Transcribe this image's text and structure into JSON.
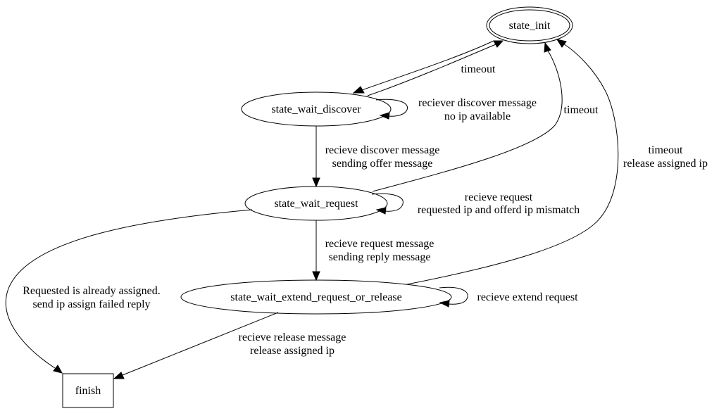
{
  "nodes": {
    "state_init": "state_init",
    "state_wait_discover": "state_wait_discover",
    "state_wait_request": "state_wait_request",
    "state_wait_extend": "state_wait_extend_request_or_release",
    "finish": "finish"
  },
  "edges": {
    "discover_timeout": {
      "line1": "timeout"
    },
    "discover_self": {
      "line1": "reciever discover message",
      "line2": "no ip available"
    },
    "discover_to_request": {
      "line1": "recieve discover message",
      "line2": "sending offer message"
    },
    "request_timeout": {
      "line1": "timeout"
    },
    "request_self": {
      "line1": "recieve request",
      "line2": "requested ip and offerd ip mismatch"
    },
    "request_to_extend": {
      "line1": "recieve request message",
      "line2": "sending reply message"
    },
    "request_to_finish": {
      "line1": "Requested is already assigned.",
      "line2": "send ip assign failed reply"
    },
    "extend_timeout": {
      "line1": "timeout",
      "line2": "release assigned ip"
    },
    "extend_self": {
      "line1": "recieve extend request"
    },
    "extend_to_finish": {
      "line1": "recieve release message",
      "line2": "release assigned ip"
    }
  }
}
